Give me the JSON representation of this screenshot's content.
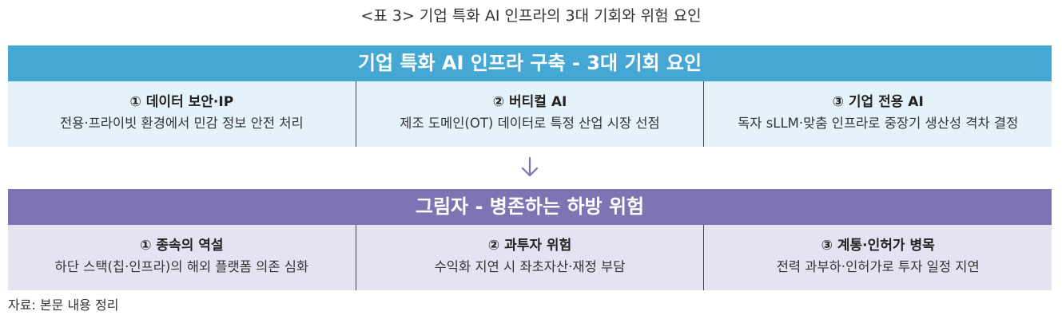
{
  "title": "<표 3> 기업 특화 AI 인프라의 3대 기회와 위험 요인",
  "colors": {
    "opportunity_header": "#45a8d4",
    "opportunity_body": "#e6f2fa",
    "risk_header": "#7e74b4",
    "risk_body": "#e6e2f2",
    "arrow": "#7e74b4"
  },
  "opportunities": {
    "header": "기업 특화 AI 인프라 구축 - 3대 기회 요인",
    "items": [
      {
        "title": "① 데이터 보안·IP",
        "desc": "전용·프라이빗 환경에서 민감 정보 안전 처리"
      },
      {
        "title": "② 버티컬 AI",
        "desc": "제조 도메인(OT) 데이터로 특정 산업 시장 선점"
      },
      {
        "title": "③ 기업 전용 AI",
        "desc": "독자 sLLM·맞춤 인프라로 중장기 생산성 격차 결정"
      }
    ]
  },
  "arrow_icon": "arrow-down-icon",
  "risks": {
    "header": "그림자 - 병존하는 하방 위험",
    "items": [
      {
        "title": "① 종속의 역설",
        "desc": "하단 스택(칩·인프라)의 해외 플랫폼 의존 심화"
      },
      {
        "title": "② 과투자 위험",
        "desc": "수익화 지연 시 좌초자산·재정 부담"
      },
      {
        "title": "③ 계통·인허가 병목",
        "desc": "전력 과부하·인허가로 투자 일정 지연"
      }
    ]
  },
  "source": "자료: 본문 내용 정리"
}
